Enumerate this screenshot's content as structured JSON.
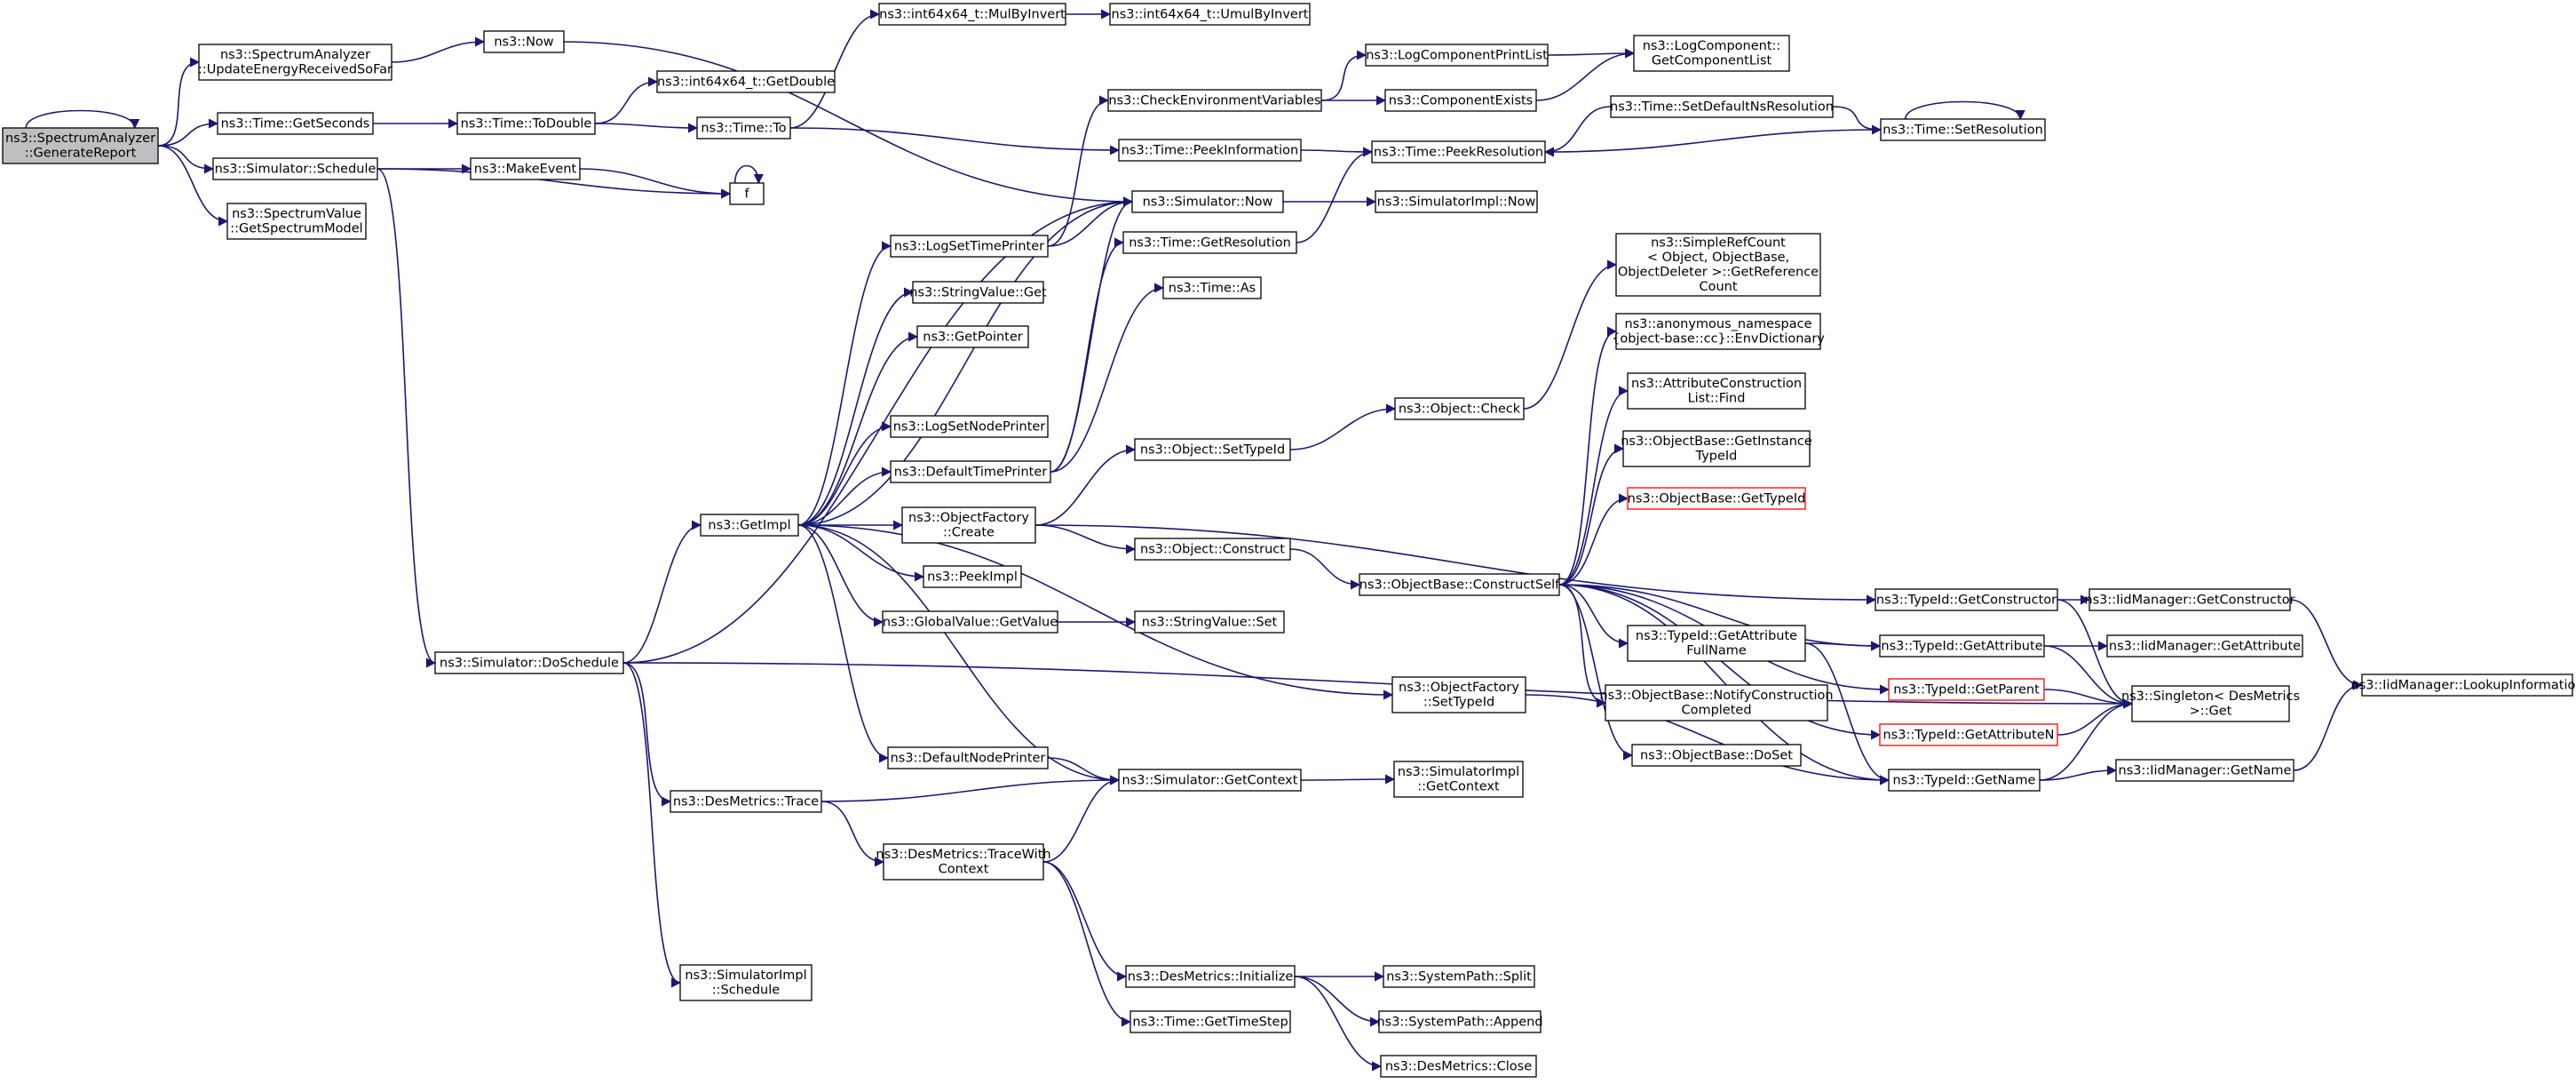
{
  "title": "ns3::SpectrumAnalyzer::GenerateReport call graph",
  "colors": {
    "node_fill": "#ffffff",
    "node_border": "#000000",
    "root_fill": "#bfbfbf",
    "truncated_border": "#ff0000",
    "edge": "#191970"
  },
  "nodes": [
    {
      "id": "generate_report",
      "lines": [
        "ns3::SpectrumAnalyzer",
        "::GenerateReport"
      ],
      "root": true
    },
    {
      "id": "update_energy",
      "lines": [
        "ns3::SpectrumAnalyzer",
        "::UpdateEnergyReceivedSoFar"
      ]
    },
    {
      "id": "now",
      "lines": [
        "ns3::Now"
      ]
    },
    {
      "id": "time_getseconds",
      "lines": [
        "ns3::Time::GetSeconds"
      ]
    },
    {
      "id": "time_todouble",
      "lines": [
        "ns3::Time::ToDouble"
      ]
    },
    {
      "id": "int64_getdouble",
      "lines": [
        "ns3::int64x64_t::GetDouble"
      ]
    },
    {
      "id": "time_to",
      "lines": [
        "ns3::Time::To"
      ]
    },
    {
      "id": "int64_mulbyinvert",
      "lines": [
        "ns3::int64x64_t::MulByInvert"
      ]
    },
    {
      "id": "int64_umulbyinvert",
      "lines": [
        "ns3::int64x64_t::UmulByInvert"
      ]
    },
    {
      "id": "sim_schedule",
      "lines": [
        "ns3::Simulator::Schedule"
      ]
    },
    {
      "id": "make_event",
      "lines": [
        "ns3::MakeEvent"
      ]
    },
    {
      "id": "f",
      "lines": [
        "f"
      ]
    },
    {
      "id": "spectrum_value",
      "lines": [
        "ns3::SpectrumValue",
        "::GetSpectrumModel"
      ]
    },
    {
      "id": "check_env",
      "lines": [
        "ns3::CheckEnvironmentVariables"
      ]
    },
    {
      "id": "log_print_list",
      "lines": [
        "ns3::LogComponentPrintList"
      ]
    },
    {
      "id": "log_get_list",
      "lines": [
        "ns3::LogComponent::",
        "GetComponentList"
      ]
    },
    {
      "id": "component_exists",
      "lines": [
        "ns3::ComponentExists"
      ]
    },
    {
      "id": "set_default_ns",
      "lines": [
        "ns3::Time::SetDefaultNsResolution"
      ]
    },
    {
      "id": "time_setres",
      "lines": [
        "ns3::Time::SetResolution"
      ]
    },
    {
      "id": "time_peekinfo",
      "lines": [
        "ns3::Time::PeekInformation"
      ]
    },
    {
      "id": "time_peekres",
      "lines": [
        "ns3::Time::PeekResolution"
      ]
    },
    {
      "id": "sim_now",
      "lines": [
        "ns3::Simulator::Now"
      ]
    },
    {
      "id": "simimpl_now",
      "lines": [
        "ns3::SimulatorImpl::Now"
      ]
    },
    {
      "id": "log_set_time",
      "lines": [
        "ns3::LogSetTimePrinter"
      ]
    },
    {
      "id": "time_getres",
      "lines": [
        "ns3::Time::GetResolution"
      ]
    },
    {
      "id": "string_get",
      "lines": [
        "ns3::StringValue::Get"
      ]
    },
    {
      "id": "time_as",
      "lines": [
        "ns3::Time::As"
      ]
    },
    {
      "id": "get_pointer",
      "lines": [
        "ns3::GetPointer"
      ]
    },
    {
      "id": "log_set_node",
      "lines": [
        "ns3::LogSetNodePrinter"
      ]
    },
    {
      "id": "default_time",
      "lines": [
        "ns3::DefaultTimePrinter"
      ]
    },
    {
      "id": "simple_refcount",
      "lines": [
        "ns3::SimpleRefCount",
        "< Object, ObjectBase,",
        "ObjectDeleter >::GetReference",
        "Count"
      ]
    },
    {
      "id": "env_dict",
      "lines": [
        "ns3::anonymous_namespace",
        "{object-base::cc}::EnvDictionary"
      ]
    },
    {
      "id": "attr_find",
      "lines": [
        "ns3::AttributeConstruction",
        "List::Find"
      ]
    },
    {
      "id": "objbase_instance",
      "lines": [
        "ns3::ObjectBase::GetInstance",
        "TypeId"
      ]
    },
    {
      "id": "objbase_typeid",
      "lines": [
        "ns3::ObjectBase::GetTypeId"
      ],
      "truncated": true
    },
    {
      "id": "object_check",
      "lines": [
        "ns3::Object::Check"
      ]
    },
    {
      "id": "object_settypeid",
      "lines": [
        "ns3::Object::SetTypeId"
      ]
    },
    {
      "id": "get_impl",
      "lines": [
        "ns3::GetImpl"
      ]
    },
    {
      "id": "objfactory_create",
      "lines": [
        "ns3::ObjectFactory",
        "::Create"
      ]
    },
    {
      "id": "object_construct",
      "lines": [
        "ns3::Object::Construct"
      ]
    },
    {
      "id": "peek_impl",
      "lines": [
        "ns3::PeekImpl"
      ]
    },
    {
      "id": "construct_self",
      "lines": [
        "ns3::ObjectBase::ConstructSelf"
      ]
    },
    {
      "id": "typeid_getctor",
      "lines": [
        "ns3::TypeId::GetConstructor"
      ]
    },
    {
      "id": "iid_getctor",
      "lines": [
        "ns3::IidManager::GetConstructor"
      ]
    },
    {
      "id": "global_getvalue",
      "lines": [
        "ns3::GlobalValue::GetValue"
      ]
    },
    {
      "id": "string_set",
      "lines": [
        "ns3::StringValue::Set"
      ]
    },
    {
      "id": "typeid_attr_full",
      "lines": [
        "ns3::TypeId::GetAttribute",
        "FullName"
      ]
    },
    {
      "id": "typeid_getattr",
      "lines": [
        "ns3::TypeId::GetAttribute"
      ]
    },
    {
      "id": "iid_getattr",
      "lines": [
        "ns3::IidManager::GetAttribute"
      ]
    },
    {
      "id": "iid_lookup",
      "lines": [
        "ns3::IidManager::LookupInformation"
      ]
    },
    {
      "id": "sim_doschedule",
      "lines": [
        "ns3::Simulator::DoSchedule"
      ]
    },
    {
      "id": "objfactory_settypeid",
      "lines": [
        "ns3::ObjectFactory",
        "::SetTypeId"
      ]
    },
    {
      "id": "typeid_getparent",
      "lines": [
        "ns3::TypeId::GetParent"
      ],
      "truncated": true
    },
    {
      "id": "singleton_get",
      "lines": [
        "ns3::Singleton< DesMetrics",
        ">::Get"
      ]
    },
    {
      "id": "objbase_notify",
      "lines": [
        "ns3::ObjectBase::NotifyConstruction",
        "Completed"
      ]
    },
    {
      "id": "typeid_getattrn",
      "lines": [
        "ns3::TypeId::GetAttributeN"
      ],
      "truncated": true
    },
    {
      "id": "default_node",
      "lines": [
        "ns3::DefaultNodePrinter"
      ]
    },
    {
      "id": "objbase_doset",
      "lines": [
        "ns3::ObjectBase::DoSet"
      ]
    },
    {
      "id": "typeid_getname",
      "lines": [
        "ns3::TypeId::GetName"
      ]
    },
    {
      "id": "iid_getname",
      "lines": [
        "ns3::IidManager::GetName"
      ]
    },
    {
      "id": "sim_getcontext",
      "lines": [
        "ns3::Simulator::GetContext"
      ]
    },
    {
      "id": "simimpl_getcontext",
      "lines": [
        "ns3::SimulatorImpl",
        "::GetContext"
      ]
    },
    {
      "id": "desmetrics_trace",
      "lines": [
        "ns3::DesMetrics::Trace"
      ]
    },
    {
      "id": "desmetrics_tracewith",
      "lines": [
        "ns3::DesMetrics::TraceWith",
        "Context"
      ]
    },
    {
      "id": "simimpl_schedule",
      "lines": [
        "ns3::SimulatorImpl",
        "::Schedule"
      ]
    },
    {
      "id": "desmetrics_init",
      "lines": [
        "ns3::DesMetrics::Initialize"
      ]
    },
    {
      "id": "path_split",
      "lines": [
        "ns3::SystemPath::Split"
      ]
    },
    {
      "id": "path_append",
      "lines": [
        "ns3::SystemPath::Append"
      ]
    },
    {
      "id": "time_gettimestep",
      "lines": [
        "ns3::Time::GetTimeStep"
      ]
    },
    {
      "id": "desmetrics_close",
      "lines": [
        "ns3::DesMetrics::Close"
      ]
    }
  ],
  "edges": [
    [
      "generate_report",
      "generate_report"
    ],
    [
      "generate_report",
      "update_energy"
    ],
    [
      "generate_report",
      "time_getseconds"
    ],
    [
      "generate_report",
      "sim_schedule"
    ],
    [
      "generate_report",
      "spectrum_value"
    ],
    [
      "update_energy",
      "now"
    ],
    [
      "now",
      "sim_now"
    ],
    [
      "time_getseconds",
      "time_todouble"
    ],
    [
      "time_todouble",
      "int64_getdouble"
    ],
    [
      "time_todouble",
      "time_to"
    ],
    [
      "time_to",
      "int64_mulbyinvert"
    ],
    [
      "time_to",
      "time_peekinfo"
    ],
    [
      "int64_mulbyinvert",
      "int64_umulbyinvert"
    ],
    [
      "sim_schedule",
      "make_event"
    ],
    [
      "sim_schedule",
      "f"
    ],
    [
      "sim_schedule",
      "sim_doschedule"
    ],
    [
      "make_event",
      "f"
    ],
    [
      "f",
      "f"
    ],
    [
      "check_env",
      "log_print_list"
    ],
    [
      "check_env",
      "component_exists"
    ],
    [
      "log_print_list",
      "log_get_list"
    ],
    [
      "component_exists",
      "log_get_list"
    ],
    [
      "set_default_ns",
      "time_setres"
    ],
    [
      "set_default_ns",
      "time_peekres"
    ],
    [
      "time_setres",
      "time_setres"
    ],
    [
      "time_setres",
      "time_peekres"
    ],
    [
      "time_peekinfo",
      "time_peekres"
    ],
    [
      "sim_now",
      "simimpl_now"
    ],
    [
      "log_set_time",
      "check_env"
    ],
    [
      "log_set_time",
      "sim_now"
    ],
    [
      "time_getres",
      "time_peekres"
    ],
    [
      "default_time",
      "sim_now"
    ],
    [
      "default_time",
      "time_getres"
    ],
    [
      "default_time",
      "time_as"
    ],
    [
      "get_impl",
      "log_set_time"
    ],
    [
      "get_impl",
      "string_get"
    ],
    [
      "get_impl",
      "get_pointer"
    ],
    [
      "get_impl",
      "log_set_node"
    ],
    [
      "get_impl",
      "default_time"
    ],
    [
      "get_impl",
      "objfactory_create"
    ],
    [
      "get_impl",
      "peek_impl"
    ],
    [
      "get_impl",
      "global_getvalue"
    ],
    [
      "get_impl",
      "objfactory_settypeid"
    ],
    [
      "get_impl",
      "default_node"
    ],
    [
      "get_impl",
      "sim_getcontext"
    ],
    [
      "get_impl",
      "sim_now"
    ],
    [
      "objfactory_create",
      "object_settypeid"
    ],
    [
      "objfactory_create",
      "object_construct"
    ],
    [
      "objfactory_create",
      "typeid_getctor"
    ],
    [
      "object_settypeid",
      "object_check"
    ],
    [
      "object_check",
      "simple_refcount"
    ],
    [
      "object_construct",
      "construct_self"
    ],
    [
      "construct_self",
      "env_dict"
    ],
    [
      "construct_self",
      "attr_find"
    ],
    [
      "construct_self",
      "objbase_instance"
    ],
    [
      "construct_self",
      "objbase_typeid"
    ],
    [
      "construct_self",
      "typeid_attr_full"
    ],
    [
      "construct_self",
      "objbase_notify"
    ],
    [
      "construct_self",
      "objbase_doset"
    ],
    [
      "construct_self",
      "typeid_getattr"
    ],
    [
      "construct_self",
      "typeid_getparent"
    ],
    [
      "construct_self",
      "typeid_getattrn"
    ],
    [
      "construct_self",
      "typeid_getname"
    ],
    [
      "global_getvalue",
      "string_set"
    ],
    [
      "typeid_getctor",
      "iid_getctor"
    ],
    [
      "typeid_getctor",
      "singleton_get"
    ],
    [
      "iid_getctor",
      "iid_lookup"
    ],
    [
      "typeid_attr_full",
      "typeid_getattr"
    ],
    [
      "typeid_attr_full",
      "typeid_getname"
    ],
    [
      "typeid_getattr",
      "iid_getattr"
    ],
    [
      "typeid_getattr",
      "singleton_get"
    ],
    [
      "typeid_getparent",
      "singleton_get"
    ],
    [
      "typeid_getattrn",
      "singleton_get"
    ],
    [
      "typeid_getname",
      "iid_getname"
    ],
    [
      "typeid_getname",
      "singleton_get"
    ],
    [
      "iid_getname",
      "iid_lookup"
    ],
    [
      "objfactory_settypeid",
      "typeid_getname"
    ],
    [
      "default_node",
      "sim_getcontext"
    ],
    [
      "sim_getcontext",
      "simimpl_getcontext"
    ],
    [
      "sim_doschedule",
      "get_impl"
    ],
    [
      "sim_doschedule",
      "sim_now"
    ],
    [
      "sim_doschedule",
      "desmetrics_trace"
    ],
    [
      "sim_doschedule",
      "simimpl_schedule"
    ],
    [
      "sim_doschedule",
      "singleton_get"
    ],
    [
      "desmetrics_trace",
      "sim_getcontext"
    ],
    [
      "desmetrics_trace",
      "desmetrics_tracewith"
    ],
    [
      "desmetrics_tracewith",
      "sim_getcontext"
    ],
    [
      "desmetrics_tracewith",
      "desmetrics_init"
    ],
    [
      "desmetrics_tracewith",
      "time_gettimestep"
    ],
    [
      "desmetrics_init",
      "path_split"
    ],
    [
      "desmetrics_init",
      "path_append"
    ],
    [
      "desmetrics_init",
      "desmetrics_close"
    ]
  ]
}
